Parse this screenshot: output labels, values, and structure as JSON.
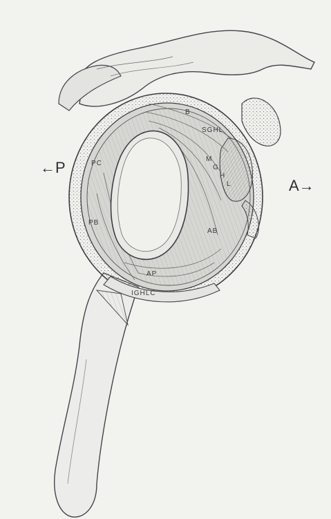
{
  "labels": {
    "posterior": "←P",
    "anterior": "A→",
    "biceps": "B",
    "sghl": "SGHL",
    "mghl_m": "M",
    "mghl_g": "G",
    "mghl_h": "H",
    "mghl_l": "L",
    "pc": "PC",
    "pb": "PB",
    "ab": "AB",
    "ap": "AP",
    "ighlc": "IGHLC"
  },
  "colors": {
    "ink": "#3a3a3a",
    "paper": "#f2f2ef",
    "shade": "#cfcfcb",
    "glenoid": "#e7e7e3"
  }
}
